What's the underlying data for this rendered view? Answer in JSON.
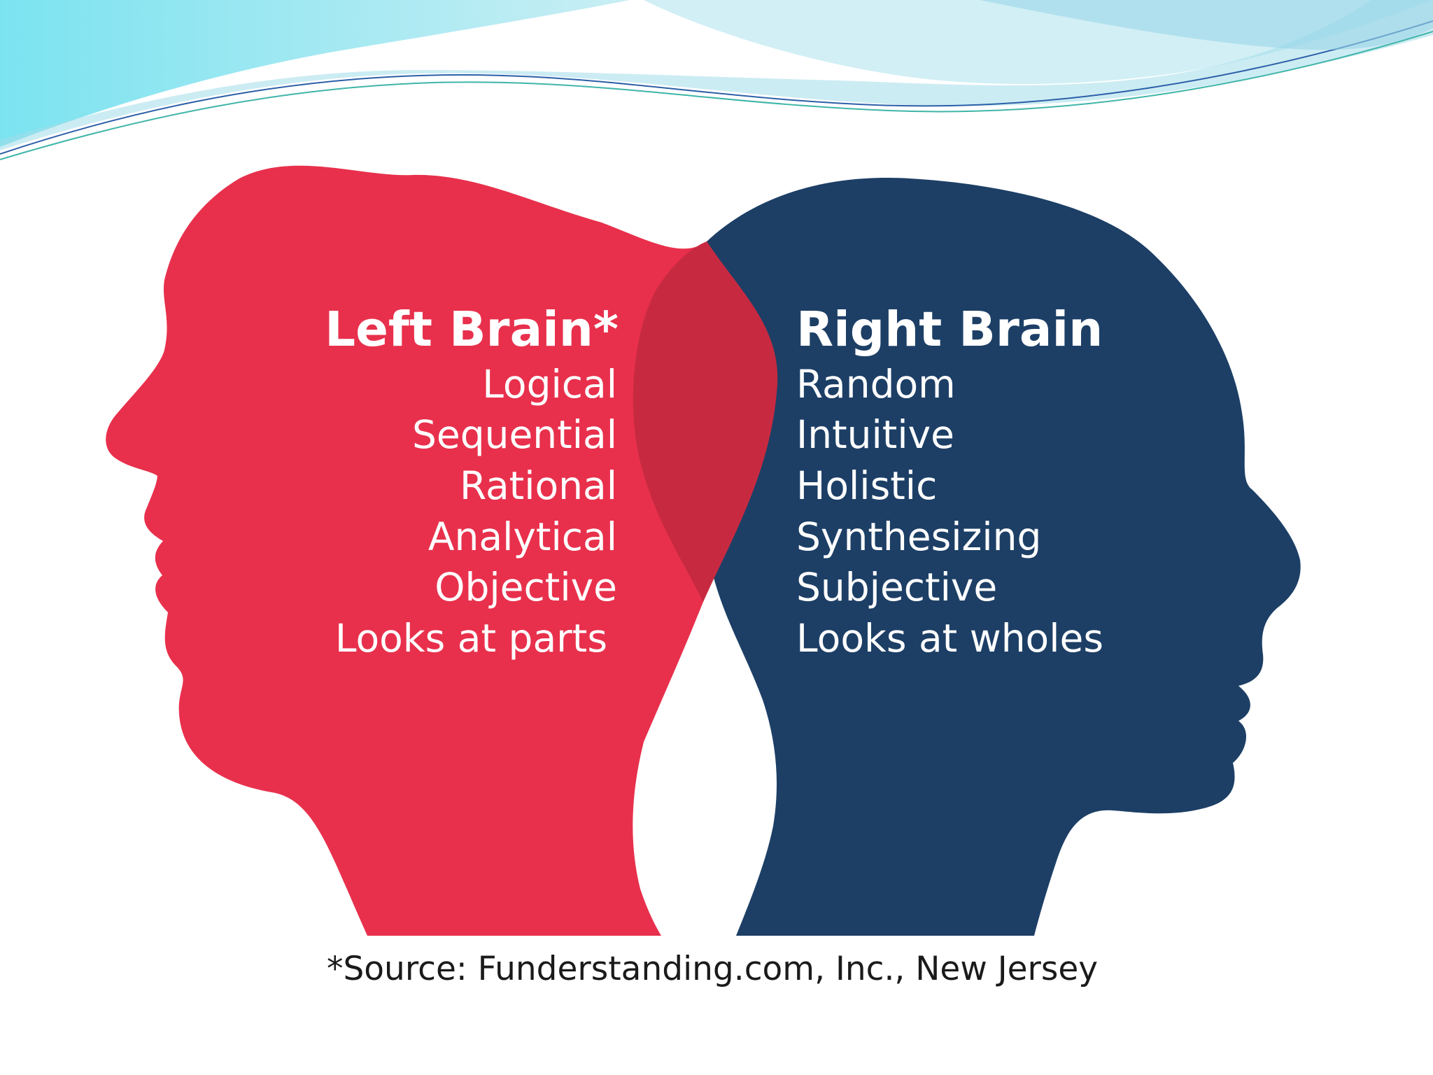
{
  "colors": {
    "left_head": "#e8304c",
    "right_head": "#1d3f66",
    "overlap": "#c72a40",
    "wave_light": "#b7e6ef",
    "wave_cyan": "#6ad8ec",
    "wave_line_blue": "#2b5fa8",
    "wave_line_teal": "#3fb5a8"
  },
  "left": {
    "title": "Left Brain*",
    "items": [
      "Logical",
      "Sequential",
      "Rational",
      "Analytical",
      "Objective",
      "Looks at parts"
    ]
  },
  "right": {
    "title": "Right Brain",
    "items": [
      "Random",
      "Intuitive",
      "Holistic",
      "Synthesizing",
      "Subjective",
      "Looks at wholes"
    ]
  },
  "source": "*Source: Funderstanding.com, Inc., New Jersey"
}
